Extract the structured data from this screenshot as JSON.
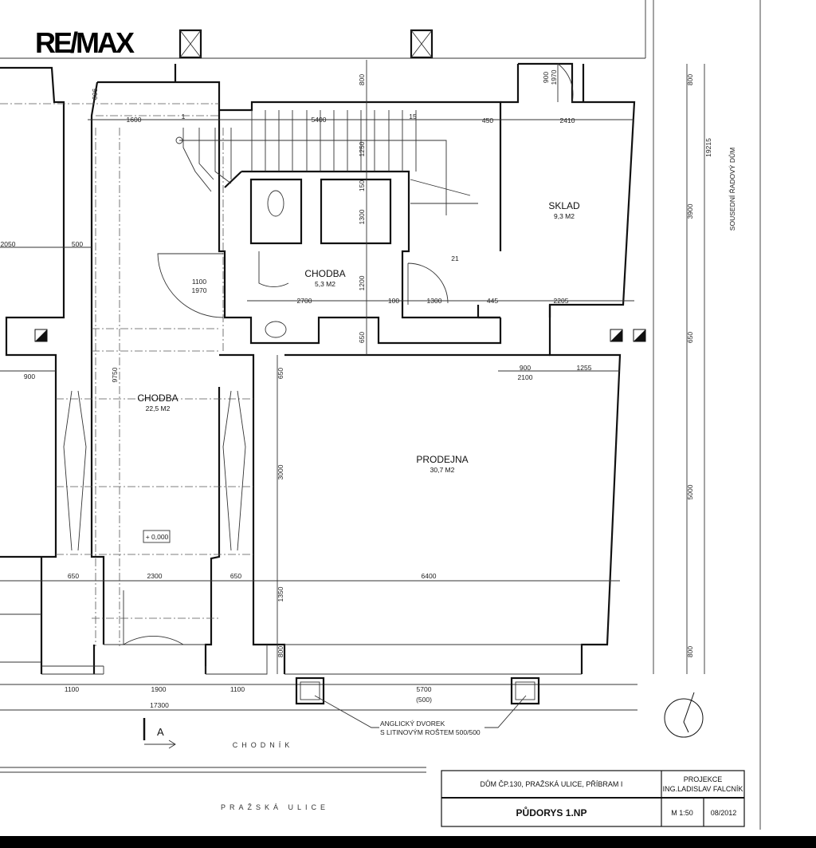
{
  "logo": "RE/MAX",
  "rooms": [
    {
      "name": "CHODBA",
      "area": "5,3 M2"
    },
    {
      "name": "SKLAD",
      "area": "9,3 M2"
    },
    {
      "name": "CHODBA",
      "area": "22,5 M2"
    },
    {
      "name": "PRODEJNA",
      "area": "30,7 M2"
    }
  ],
  "level_mark": "+ 0,000",
  "dims_h": [
    "1600",
    "1",
    "5400",
    "15",
    "450",
    "2410",
    "2050",
    "500",
    "1100",
    "1970",
    "2700",
    "100",
    "1300",
    "445",
    "2205",
    "900",
    "900",
    "2100",
    "1255",
    "650",
    "2300",
    "650",
    "6400",
    "1100",
    "1900",
    "1100",
    "5700",
    "(500)",
    "17300",
    "21"
  ],
  "dims_v": [
    "800",
    "1250",
    "150",
    "1300",
    "1200",
    "650",
    "9750",
    "650",
    "3000",
    "1350",
    "800",
    "800",
    "3900",
    "650",
    "5000",
    "800",
    "19215",
    "900",
    "1970",
    "900"
  ],
  "neighbor_label": "SOUSEDNÍ ŘADOVÝ DŮM",
  "annotation": [
    "ANGLICKÝ DVOREK",
    "S LITINOVÝM ROŠTEM  500/500"
  ],
  "section_mark": "A",
  "sidewalk": "CHODNÍK",
  "street": "PRAŽSKÁ ULICE",
  "title_block": {
    "project": "DŮM ČP.130, PRAŽSKÁ ULICE, PŘÍBRAM I",
    "designer_line1": "PROJEKCE",
    "designer_line2": "ING.LADISLAV FALCNÍK",
    "drawing": "PŮDORYS  1.NP",
    "scale": "M 1:50",
    "date": "08/2012"
  }
}
